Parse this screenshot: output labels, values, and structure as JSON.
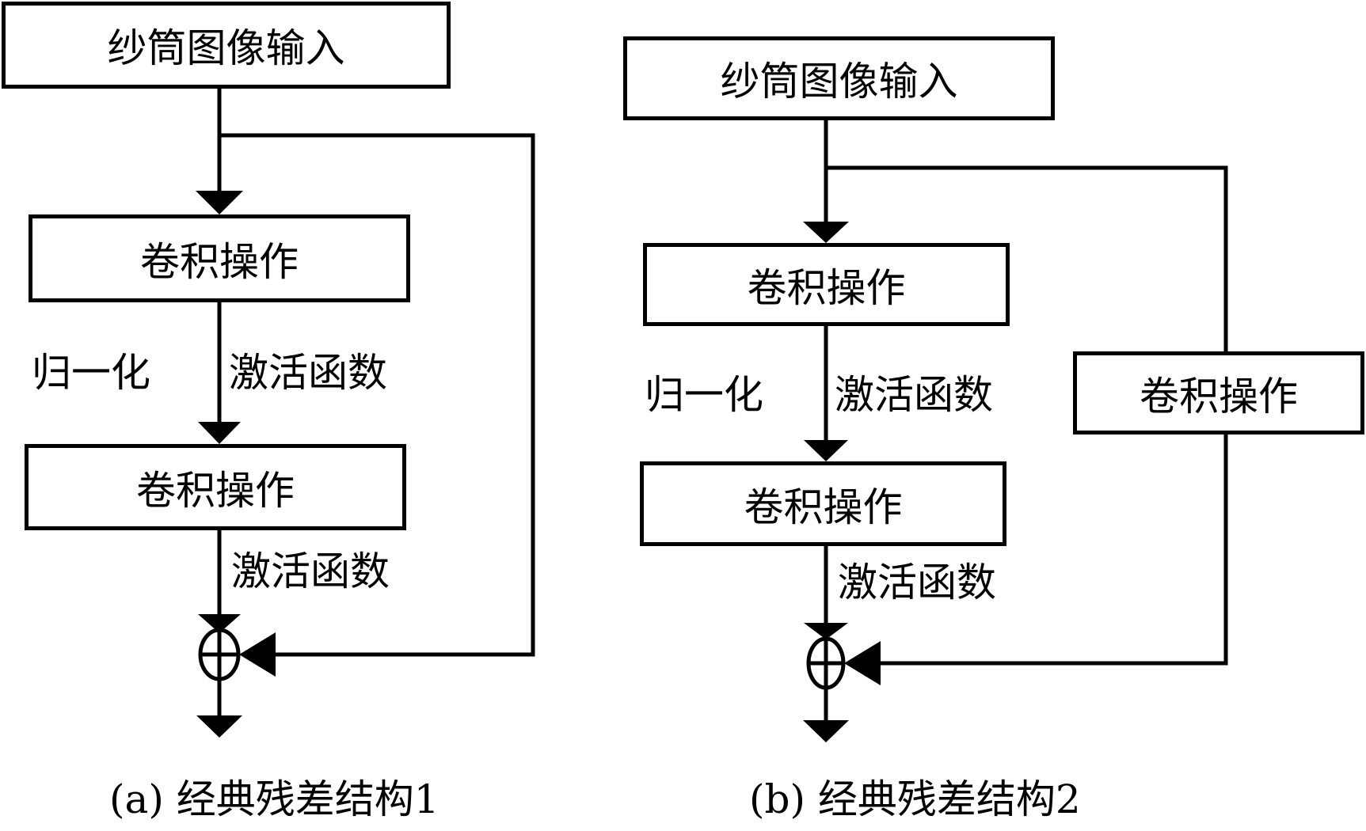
{
  "diagram_a": {
    "input_label": "纱筒图像输入",
    "conv1_label": "卷积操作",
    "norm_label": "归一化",
    "act1_label": "激活函数",
    "conv2_label": "卷积操作",
    "act2_label": "激活函数",
    "sum_symbol": "plus-circle",
    "caption": "(a) 经典残差结构1"
  },
  "diagram_b": {
    "input_label": "纱筒图像输入",
    "conv1_label": "卷积操作",
    "norm_label": "归一化",
    "act1_label": "激活函数",
    "conv2_label": "卷积操作",
    "act2_label": "激活函数",
    "shortcut_conv_label": "卷积操作",
    "sum_symbol": "plus-circle",
    "caption": "(b) 经典残差结构2"
  },
  "colors": {
    "stroke": "#000000",
    "background": "#ffffff"
  }
}
